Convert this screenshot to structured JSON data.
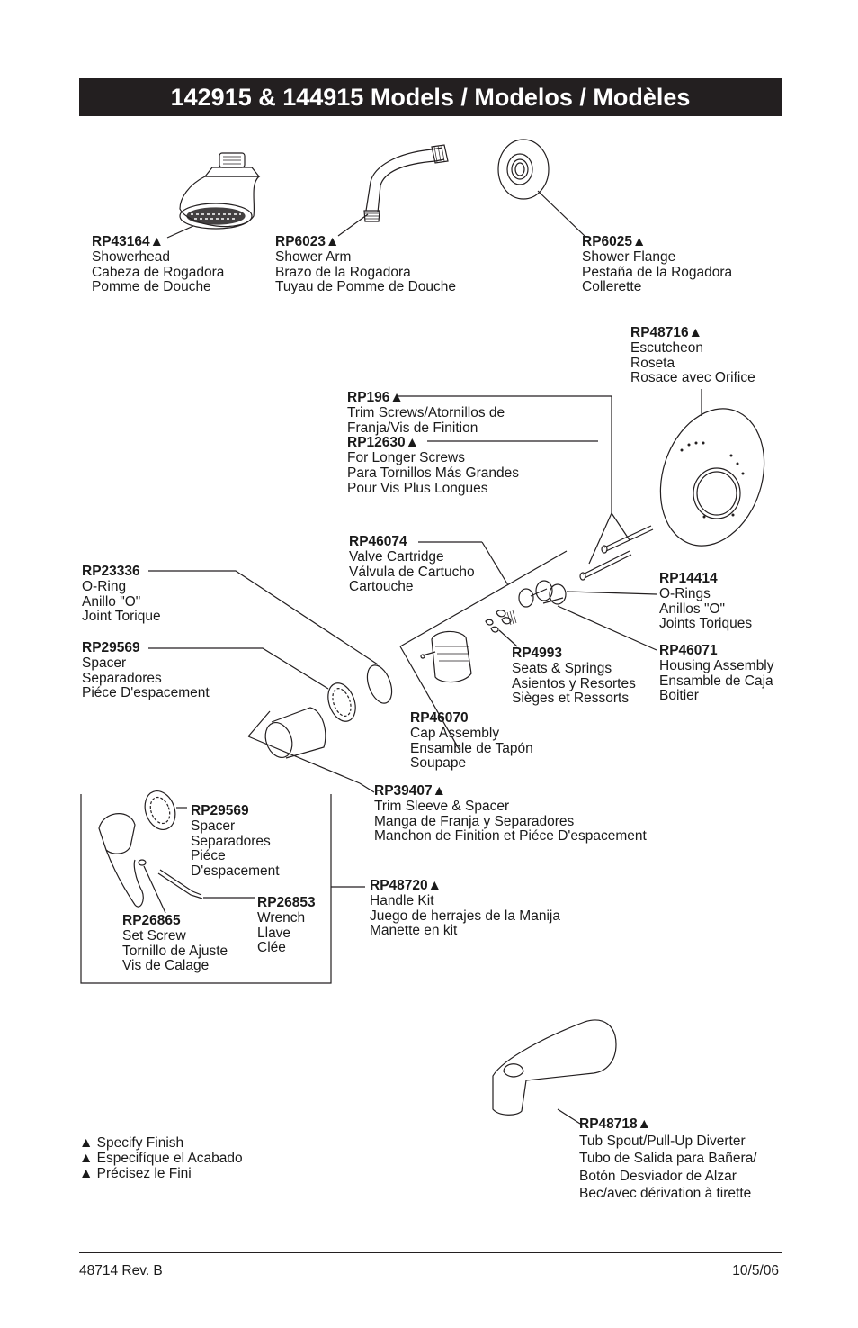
{
  "title": "142915 & 144915 Models / Modelos / Modèles",
  "triangle": "▲",
  "parts": {
    "showerhead": {
      "pn": "RP43164▲",
      "lines": [
        "Showerhead",
        "Cabeza de Rogadora",
        "Pomme de Douche"
      ]
    },
    "shower_arm": {
      "pn": "RP6023▲",
      "lines": [
        "Shower Arm",
        "Brazo de la Rogadora",
        "Tuyau de Pomme de Douche"
      ]
    },
    "shower_flange": {
      "pn": "RP6025▲",
      "lines": [
        "Shower Flange",
        "Pestaña de la Rogadora",
        "Collerette"
      ]
    },
    "escutcheon": {
      "pn": "RP48716▲",
      "lines": [
        "Escutcheon",
        "Roseta",
        "Rosace avec Orifice"
      ]
    },
    "trim_screws": {
      "pn": "RP196▲",
      "lines": [
        "Trim Screws/Atornillos de",
        "Franja/Vis de Finition"
      ]
    },
    "longer_screws": {
      "pn": "RP12630▲",
      "lines": [
        "For Longer Screws",
        "Para Tornillos Más Grandes",
        "Pour Vis Plus Longues"
      ]
    },
    "valve_cartridge": {
      "pn": "RP46074",
      "lines": [
        "Valve Cartridge",
        "Válvula de Cartucho",
        "Cartouche"
      ]
    },
    "o_ring": {
      "pn": "RP23336",
      "lines": [
        "O-Ring",
        "Anillo \"O\"",
        "Joint Torique"
      ]
    },
    "o_rings": {
      "pn": "RP14414",
      "lines": [
        "O-Rings",
        "Anillos \"O\"",
        "Joints Toriques"
      ]
    },
    "spacer": {
      "pn": "RP29569",
      "lines": [
        "Spacer",
        "Separadores",
        "Piéce D'espacement"
      ]
    },
    "seats_springs": {
      "pn": "RP4993",
      "lines": [
        "Seats & Springs",
        "Asientos y Resortes",
        "Sièges et Ressorts"
      ]
    },
    "housing": {
      "pn": "RP46071",
      "lines": [
        "Housing Assembly",
        "Ensamble de Caja",
        "Boitier"
      ]
    },
    "cap": {
      "pn": "RP46070",
      "lines": [
        "Cap Assembly",
        "Ensamble de Tapón",
        "Soupape"
      ]
    },
    "trim_sleeve": {
      "pn": "RP39407▲",
      "lines": [
        "Trim Sleeve & Spacer",
        "Manga de Franja y Separadores",
        "Manchon de Finition et Piéce D'espacement"
      ]
    },
    "spacer2": {
      "pn": "RP29569",
      "lines": [
        "Spacer",
        "Separadores",
        "Piéce",
        "D'espacement"
      ]
    },
    "wrench": {
      "pn": "RP26853",
      "lines": [
        "Wrench",
        "Llave",
        "Clée"
      ]
    },
    "set_screw": {
      "pn": "RP26865",
      "lines": [
        "Set Screw",
        "Tornillo de Ajuste",
        "Vis de Calage"
      ]
    },
    "handle_kit": {
      "pn": "RP48720▲",
      "lines": [
        "Handle Kit",
        "Juego de herrajes de la Manija",
        "Manette en kit"
      ]
    },
    "tub_spout": {
      "pn": "RP48718▲",
      "lines": [
        "Tub Spout/Pull-Up Diverter",
        "Tubo de Salida para Bañera/",
        "Botón Desviador de Alzar",
        "Bec/avec dérivation à tirette"
      ]
    }
  },
  "legend": [
    "▲ Specify Finish",
    "▲ Especifíque el Acabado",
    "▲ Précisez le Fini"
  ],
  "footer": {
    "doc": "48714 Rev. B",
    "date": "10/5/06"
  },
  "colors": {
    "ink": "#231f20",
    "paper": "#ffffff"
  }
}
